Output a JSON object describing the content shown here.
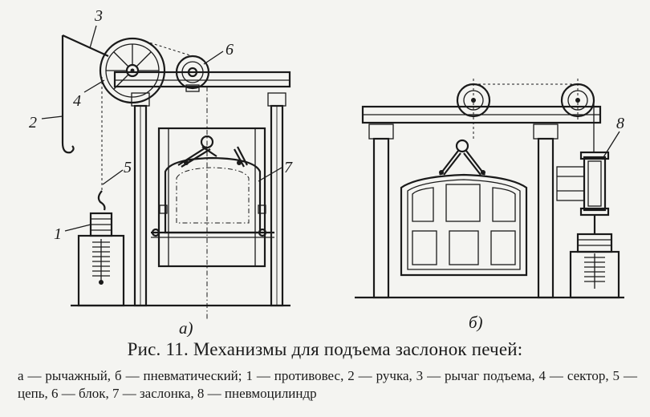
{
  "figure": {
    "title": "Рис. 11. Механизмы для подъема заслонок печей:",
    "legend": "а — рычажный, б — пневматический; 1 — противовес, 2 — ручка, 3 — рычаг подъема, 4 — сектор, 5 — цепь, 6 — блок, 7 — заслонка, 8 — пневмоцилиндр"
  },
  "subfigures": {
    "a": "а)",
    "b": "б)"
  },
  "labels": {
    "n1": "1",
    "n2": "2",
    "n3": "3",
    "n4": "4",
    "n5": "5",
    "n6": "6",
    "n7": "7",
    "n8": "8"
  }
}
